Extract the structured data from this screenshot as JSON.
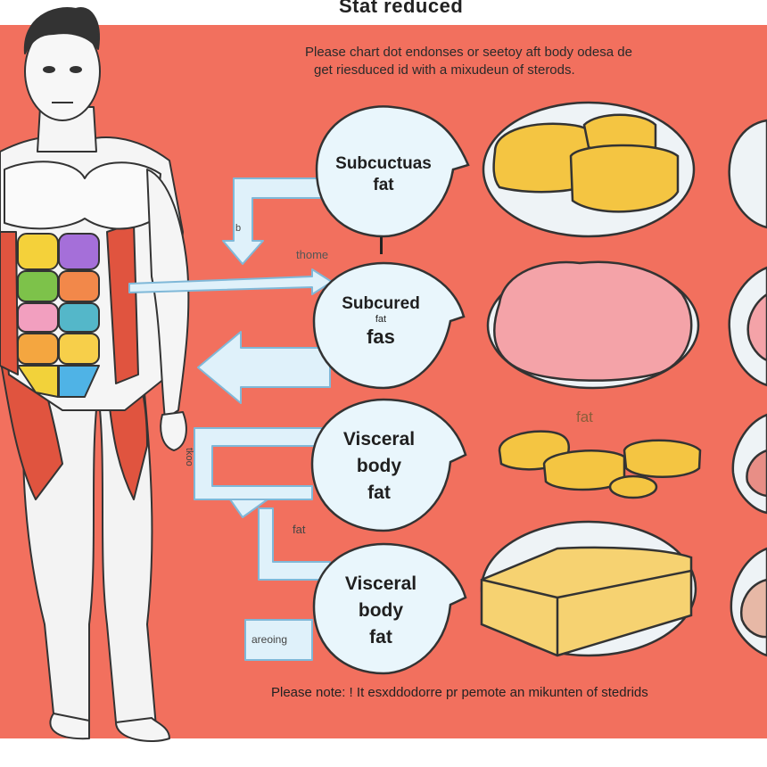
{
  "header": {
    "title": "Stat reduced",
    "intro_line_1": "Please chart dot endonses or seetoy aft body  odesa de",
    "intro_line_2": "get riesduced  id with a  mixudeun of  sterods."
  },
  "bubbles": [
    {
      "id": "b1",
      "lines": [
        "Subcuctuas",
        "fat"
      ]
    },
    {
      "id": "b2",
      "lines": [
        "Subcured",
        "fat",
        "fas"
      ]
    },
    {
      "id": "b3",
      "lines": [
        "Visceral",
        "body",
        "fat"
      ]
    },
    {
      "id": "b4",
      "lines": [
        "Visceral",
        "body",
        "fat"
      ]
    }
  ],
  "small_labels": {
    "thome": "thome",
    "fat_mid": "fat",
    "fat_low": "fat",
    "areoing": "areoing",
    "side_a": "b",
    "side_b": "tkoo"
  },
  "footnote": "Please note:  ! It esxddodorre pr pemote an mikunten of stedrids",
  "colors": {
    "background_panel": "#f2705e",
    "bubble_fill": "#e9f6fc",
    "arrow_fill": "#dff1fa",
    "arrow_stroke": "#7fb8d8",
    "fat_yellow": "#f4c542",
    "meat_pink": "#f4a3a8"
  }
}
